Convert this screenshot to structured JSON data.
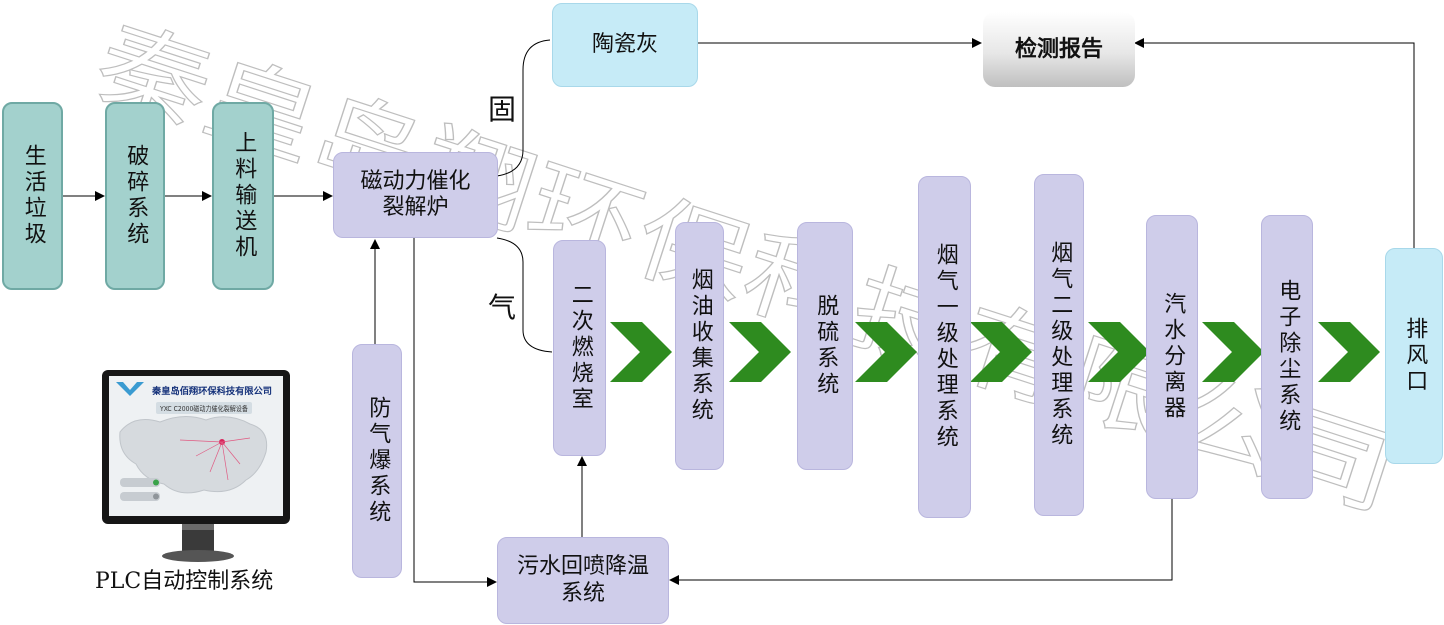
{
  "watermark": {
    "text": "秦皇岛翔环保科技有限公司"
  },
  "nodes": {
    "garbage": "生活垃圾",
    "crusher": "破碎系统",
    "feeder": "上料输送机",
    "reactor": "磁动力催化裂解炉",
    "ceramic_ash": "陶瓷灰",
    "report": "检测报告",
    "secondary_chamber": "二次燃烧室",
    "oil_collection": "烟油收集系统",
    "desulfurization": "脱硫系统",
    "flue_stage1": "烟气一级处理系统",
    "flue_stage2": "烟气二级处理系统",
    "steam_separator": "汽水分离器",
    "esp": "电子除尘系统",
    "exhaust": "排风口",
    "explosion_proof": "防气爆系统",
    "spray_cooling": "污水回喷降温系统"
  },
  "branch_labels": {
    "solid": "固",
    "gas": "气"
  },
  "plc": {
    "caption": "PLC自动控制系统",
    "screen_company": "秦皇岛佰翔环保科技有限公司",
    "screen_product": "YXC C2000磁动力催化裂解设备"
  },
  "colors": {
    "teal_box": "#a3d1cd",
    "lavender_box": "#cfcdea",
    "sky_box": "#c6ebf7",
    "chevron": "#2e8b1f"
  }
}
